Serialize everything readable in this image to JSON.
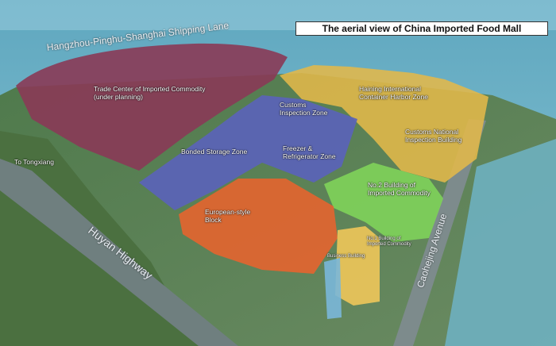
{
  "title": "The aerial view of China Imported Food Mall",
  "roads": {
    "shipping_lane": "Hangzhou-Pinghu-Shanghai Shipping Lane",
    "huyan_highway": "Huyan Highway",
    "caoheng_avenue": "Caohejing Avenue",
    "to_tongxiang": "To Tongxiang"
  },
  "zones": {
    "trade_center_line1": "Trade Center of Imported Commodity",
    "trade_center_line2": "(under planning)",
    "customs_inspection_line1": "Customs",
    "customs_inspection_line2": "Inspection Zone",
    "haining_line1": "Haining International",
    "haining_line2": "Container Harbor Zone",
    "customs_national_line1": "Customs National",
    "customs_national_line2": "Inspection Building",
    "bonded_storage": "Bonded Storage Zone",
    "freezer_line1": "Freezer &",
    "freezer_line2": "Refrigerator Zone",
    "no2_line1": "No.2 Building of",
    "no2_line2": "Imported Commodity",
    "european_line1": "European-style",
    "european_line2": "Block",
    "no1_line1": "No.1 Building of",
    "no1_line2": "Imported Commodity",
    "business_building": "Business Building"
  },
  "colors": {
    "water": "#6fb3c6",
    "trade_center": "#8a3a57",
    "harbor": "#e2b84a",
    "storage": "#5a63b8",
    "commodity": "#7fd35a",
    "european": "#e8632e",
    "tower": "#e8c35a"
  }
}
